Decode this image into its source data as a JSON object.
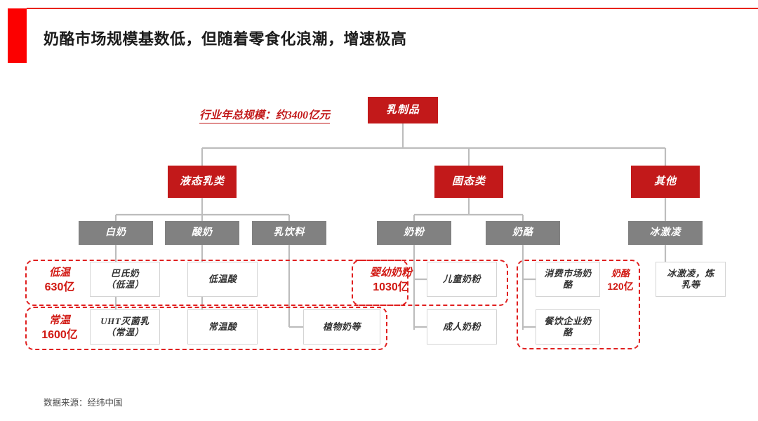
{
  "slide": {
    "title": "奶酪市场规模基数低，但随着零食化浪潮，增速极高",
    "source_note": "数据来源：经纬中国",
    "accent_color": "#fc0000",
    "brand_red": "#c2191a",
    "node_gray": "#818181",
    "dash_red": "#e02020"
  },
  "diagram": {
    "root_callout": "行业年总规模：约3400亿元",
    "root": {
      "label": "乳制品"
    },
    "level2": [
      {
        "label": "液态乳类"
      },
      {
        "label": "固态类"
      },
      {
        "label": "其他"
      }
    ],
    "level3": [
      {
        "label": "白奶"
      },
      {
        "label": "酸奶"
      },
      {
        "label": "乳饮料"
      },
      {
        "label": "奶粉"
      },
      {
        "label": "奶酪"
      },
      {
        "label": "冰激凌"
      }
    ],
    "leaves": [
      {
        "label": "巴氏奶（低温）",
        "line1": "巴氏奶",
        "line2": "（低温）"
      },
      {
        "label": "UHT灭菌乳（常温）",
        "line1": "UHT灭菌乳",
        "line2": "（常温）"
      },
      {
        "label": "低温酸",
        "line1": "低温酸",
        "line2": ""
      },
      {
        "label": "常温酸",
        "line1": "常温酸",
        "line2": ""
      },
      {
        "label": "植物奶等",
        "line1": "植物奶等",
        "line2": ""
      },
      {
        "label": "儿童奶粉",
        "line1": "儿童奶粉",
        "line2": ""
      },
      {
        "label": "成人奶粉",
        "line1": "成人奶粉",
        "line2": ""
      },
      {
        "label": "消费市场奶酪",
        "line1": "消费市场奶",
        "line2": "酪"
      },
      {
        "label": "餐饮企业奶酪",
        "line1": "餐饮企业奶",
        "line2": "酪"
      },
      {
        "label": "冰激凌，炼乳等",
        "line1": "冰激凌，炼",
        "line2": "乳等"
      }
    ],
    "segments": [
      {
        "name": "低温",
        "value": "630亿"
      },
      {
        "name": "常温",
        "value": "1600亿"
      },
      {
        "name": "婴幼奶粉",
        "value": "1030亿"
      },
      {
        "name": "奶酪",
        "value": "120亿"
      }
    ]
  },
  "chart_data": {
    "type": "table",
    "title": "乳制品行业结构与规模拆分",
    "total": {
      "label": "行业年总规模",
      "value": 3400,
      "unit": "亿元"
    },
    "hierarchy": [
      {
        "label": "液态乳类",
        "children": [
          {
            "label": "白奶",
            "children": [
              {
                "label": "巴氏奶（低温）"
              },
              {
                "label": "UHT灭菌乳（常温）"
              }
            ]
          },
          {
            "label": "酸奶",
            "children": [
              {
                "label": "低温酸"
              },
              {
                "label": "常温酸"
              }
            ]
          },
          {
            "label": "乳饮料",
            "children": [
              {
                "label": "植物奶等"
              }
            ]
          }
        ]
      },
      {
        "label": "固态类",
        "children": [
          {
            "label": "奶粉",
            "children": [
              {
                "label": "儿童奶粉"
              },
              {
                "label": "成人奶粉"
              }
            ]
          },
          {
            "label": "奶酪",
            "children": [
              {
                "label": "消费市场奶酪"
              },
              {
                "label": "餐饮企业奶酪"
              }
            ]
          }
        ]
      },
      {
        "label": "其他",
        "children": [
          {
            "label": "冰激凌",
            "children": [
              {
                "label": "冰激凌，炼乳等"
              }
            ]
          }
        ]
      }
    ],
    "segment_values": [
      {
        "name": "低温",
        "value": 630,
        "unit": "亿元"
      },
      {
        "name": "常温",
        "value": 1600,
        "unit": "亿元"
      },
      {
        "name": "婴幼奶粉",
        "value": 1030,
        "unit": "亿元"
      },
      {
        "name": "奶酪",
        "value": 120,
        "unit": "亿元"
      }
    ]
  }
}
